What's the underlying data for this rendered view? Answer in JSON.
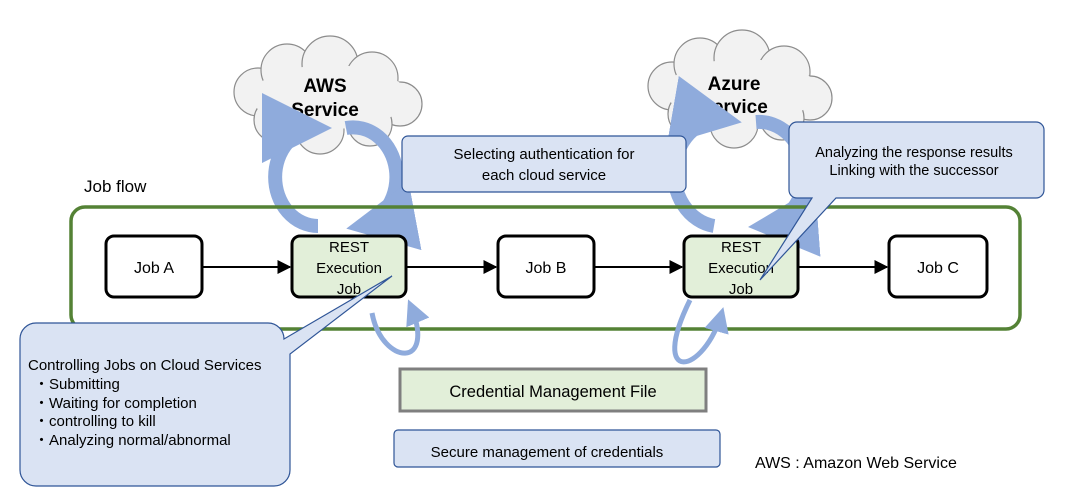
{
  "clouds": {
    "aws": {
      "line1": "AWS",
      "line2": "Service"
    },
    "azure": {
      "line1": "Azure",
      "line2": "Service"
    }
  },
  "flow_label": "Job flow",
  "jobs": {
    "job_a": "Job A",
    "job_b": "Job B",
    "job_c": "Job C",
    "rest1": {
      "line1": "REST",
      "line2": "Execution",
      "line3": "Job"
    },
    "rest2": {
      "line1": "REST",
      "line2": "Execution",
      "line3": "Job"
    }
  },
  "callouts": {
    "auth": {
      "line1": "Selecting  authentication for",
      "line2": "each cloud service"
    },
    "analysis": {
      "line1": "Analyzing the response results",
      "line2": "Linking with the successor"
    },
    "control": {
      "title": "Controlling Jobs on Cloud Services",
      "items": [
        "・Submitting",
        "・Waiting for completion",
        "・controlling to kill",
        "・Analyzing normal/abnormal"
      ]
    },
    "secure": "Secure management of credentials"
  },
  "credential_file": "Credential Management File",
  "footnote": "AWS : Amazon Web Service",
  "colors": {
    "flow_border": "#548235",
    "rest_fill": "#e2efd9",
    "callout_fill": "#dae3f3",
    "callout_border": "#2f5597",
    "cycle_arrow": "#8fabdc",
    "cloud_fill": "#f2f2f2",
    "cloud_stroke": "#8c8c8c",
    "cred_border": "#7f7f7f",
    "cred_fill": "#e2efd9"
  }
}
